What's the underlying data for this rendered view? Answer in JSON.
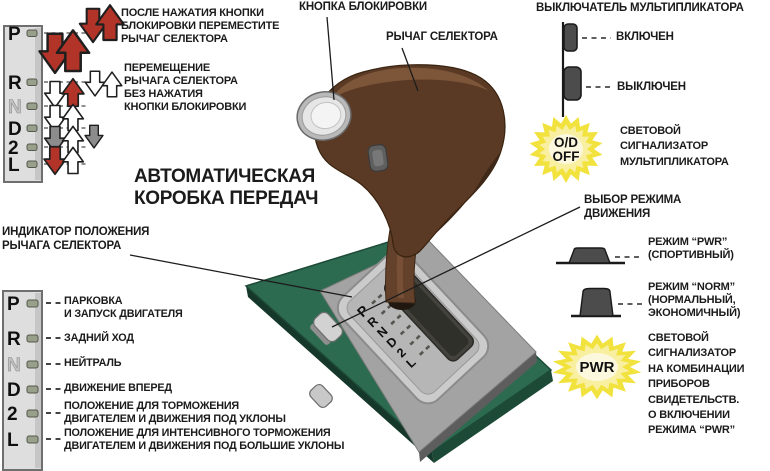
{
  "palette": {
    "arrow_red": "#b23428",
    "arrow_gray": "#8c8c8c",
    "mat_green": "#2d6b50",
    "badge_yellow": "#f2e23e",
    "knob_brown": "#5d3c27",
    "panel_gray": "#dedede"
  },
  "gears": [
    "P",
    "R",
    "N",
    "D",
    "2",
    "L"
  ],
  "title": [
    "АВТОМАТИЧЕСКАЯ",
    "КОРОБКА ПЕРЕДАЧ"
  ],
  "top_legend": {
    "after_press": [
      "ПОСЛЕ НАЖАТИЯ КНОПКИ",
      "БЛОКИРОВКИ ПЕРЕМЕСТИТЕ",
      "РЫЧАГ СЕЛЕКТОРА"
    ],
    "without_press": [
      "ПЕРЕМЕЩЕНИЕ",
      "РЫЧАГА СЕЛЕКТОРА",
      "БЕЗ НАЖАТИЯ",
      "КНОПКИ БЛОКИРОВКИ"
    ]
  },
  "labels": {
    "lock_button": "КНОПКА БЛОКИРОВКИ",
    "selector_lever": "РЫЧАГ СЕЛЕКТОРА",
    "indicator": [
      "ИНДИКАТОР ПОЛОЖЕНИЯ",
      "РЫЧАГА СЕЛЕКТОРА"
    ],
    "multiplier_switch": "ВЫКЛЮЧАТЕЛЬ МУЛЬТИПЛИКАТОРА",
    "on": "ВКЛЮЧЕН",
    "off": "ВЫКЛЮЧЕН",
    "od_badge": [
      "O/D",
      "OFF"
    ],
    "od_indicator": [
      "СВЕТОВОЙ",
      "СИГНАЛИЗАТОР",
      "МУЛЬТИПЛИКАТОРА"
    ],
    "mode_select": [
      "ВЫБОР РЕЖИМА",
      "ДВИЖЕНИЯ"
    ],
    "pwr_mode": [
      "РЕЖИМ “PWR”",
      "(СПОРТИВНЫЙ)"
    ],
    "norm_mode": [
      "РЕЖИМ “NORM”",
      "(НОРМАЛЬНЫЙ,",
      "ЭКОНОМИЧНЫЙ)"
    ],
    "pwr_badge": "PWR",
    "pwr_indicator": [
      "СВЕТОВОЙ",
      "СИГНАЛИЗАТОР",
      "НА КОМБИНАЦИИ",
      "ПРИБОРОВ",
      "СВИДЕТЕЛЬСТВ.",
      "О ВКЛЮЧЕНИИ",
      "РЕЖИМА “PWR”"
    ]
  },
  "gear_descriptions": [
    {
      "gear": "P",
      "text": [
        "ПАРКОВКА",
        "И ЗАПУСК ДВИГАТЕЛЯ"
      ]
    },
    {
      "gear": "R",
      "text": [
        "ЗАДНИЙ ХОД"
      ]
    },
    {
      "gear": "N",
      "text": [
        "НЕЙТРАЛЬ"
      ]
    },
    {
      "gear": "D",
      "text": [
        "ДВИЖЕНИЕ ВПЕРЕД"
      ]
    },
    {
      "gear": "2",
      "text": [
        "ПОЛОЖЕНИЕ ДЛЯ ТОРМОЖЕНИЯ",
        "ДВИГАТЕЛЕМ И ДВИЖЕНИЯ ПОД УКЛОНЫ"
      ]
    },
    {
      "gear": "L",
      "text": [
        "ПОЛОЖЕНИЕ ДЛЯ ИНТЕНСИВНОГО ТОРМОЖЕНИЯ",
        "ДВИГАТЕЛЕМ И ДВИЖЕНИЯ ПОД БОЛЬШИЕ УКЛОНЫ"
      ]
    }
  ]
}
